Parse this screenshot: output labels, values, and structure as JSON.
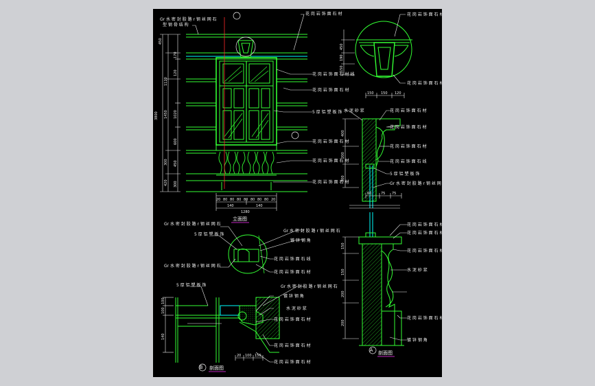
{
  "colors": {
    "background": "#cfd0d4",
    "sheet": "#000000",
    "primary_line": "#33ff33",
    "secondary_line": "#00ffff",
    "text": "#f0f0f0",
    "accent_red": "#ff2a2a",
    "title_underline": "#ff33ff"
  },
  "titles": {
    "elevation": "立面图",
    "section_b": "剖面图",
    "section_a": "剖面图",
    "marker_b": "B",
    "marker_a": "A"
  },
  "callouts": {
    "elev_top_left_1": "Gr 水 密 封 胶 路 r 钢 丝 网 石",
    "elev_top_left_2": "型 钢 骨 结 构",
    "elev_top_right": "花 岗 岩 饰 面 石 材",
    "elev_r1": "花 岗 岩 饰 面 石 材 线",
    "elev_r2": "花 岗 岩 饰 面 石 材",
    "elev_r3": "5 厚 铝 塑 板 饰",
    "elev_r4": "花 岗 岩 饰 面 石 材",
    "elev_r5": "花 岗 岩 饰 面 石 材",
    "elev_r6": "花 岗 岩 饰 面 石 材",
    "detail_r1": "花 岗 岩 饰 面 石 材",
    "detail_r2": "花 岗 岩 饰 面 石 材",
    "sec_a_top": "水 泥 砂 浆",
    "sec_a_1": "花 岗 岩 饰 面 石 材",
    "sec_a_2": "花 岗 岩 饰 面 石 材",
    "sec_a_3": "花 岗 岩 饰 面 石 材",
    "sec_a_4": "花 岗 岩 饰 面 石 线",
    "sec_a_5": "5 厚 铝 塑 板 饰",
    "sec_a_6": "Gr 水 密 封 胶 路 r 钢 丝 网 石",
    "sec_a_7": "花 岗 岩 饰 面 石 材",
    "sec_a_8": "花 岗 岩 饰 面 石 材",
    "sec_a_9": "花 岗 岩 饰 面 石 材",
    "sec_a_10": "水 泥 砂 浆",
    "sec_a_11": "花 岗 岩 饰 面 石 材",
    "sec_a_12": "镀 锌 钢 角",
    "sec_b_1": "Gr 水 密 封 胶 路 r 钢 丝 网 石",
    "sec_b_2": "5 厚 铝 塑 板 饰",
    "sec_b_3": "Gr 水 密 封 胶 路 r 钢 丝 网 石",
    "sec_b_4": "镀 锌 钢 角",
    "sec_b_5": "花 岗 岩 饰 面 石 线",
    "sec_b_6": "Gr 水 密 封 胶 路 r 钢 丝 网 石",
    "sec_b_7": "花 岗 岩 饰 面 石 材",
    "sec_b_8": "5 厚 铝 塑 板 饰",
    "sec_b_9": "Gr 水 密 封 胶 路 r 钢 丝 网 石",
    "sec_b_10": "镀 锌 钢 角",
    "sec_b_11": "水 泥 砂 浆",
    "sec_b_12": "花 岗 岩 饰 面 石 材",
    "sec_b_13": "花 岗 岩 饰 面 石 材",
    "sec_b_14": "花 岗 岩 饰 面 石 材"
  },
  "dimensions": {
    "elev_left_outer": [
      "450",
      "1120",
      "1450",
      "300",
      "420"
    ],
    "elev_left_mid": [
      "170",
      "120",
      "1020",
      "600",
      "450",
      "300"
    ],
    "elev_total": "3800",
    "elev_bottom_row": [
      "20",
      "80",
      "80",
      "80",
      "80",
      "80",
      "80",
      "80",
      "20"
    ],
    "elev_bottom_mid": [
      "140",
      "140"
    ],
    "elev_bottom_total": "1280",
    "detail_left": [
      "450",
      "190",
      "150"
    ],
    "detail_bottom": [
      "150",
      "150",
      "120"
    ],
    "sec_a_left_top": [
      "400",
      "200",
      "300"
    ],
    "sec_a_mid": [
      "60",
      "75",
      "75"
    ],
    "sec_a_left_bottom": [
      "150",
      "150",
      "200",
      "200"
    ],
    "sec_b_left": [
      "100",
      "100",
      "140"
    ],
    "sec_b_bottom": [
      "20",
      "100",
      "150"
    ]
  }
}
